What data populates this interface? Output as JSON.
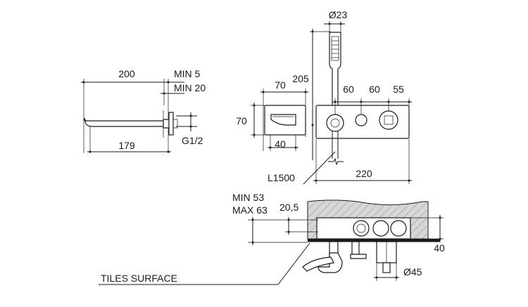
{
  "spout": {
    "length_200": "200",
    "min_5": "MIN 5",
    "min_20": "MIN 20",
    "length_179": "179",
    "thread": "G1/2"
  },
  "cover_plate": {
    "width_70": "70",
    "height_70": "70",
    "width_40": "40"
  },
  "panel": {
    "handshower_dia": "Ø23",
    "height_205": "205",
    "spacing_60_a": "60",
    "spacing_60_b": "60",
    "spacing_55": "55",
    "hose_length": "L1500",
    "width_220": "220"
  },
  "section": {
    "min_53": "MIN 53",
    "max_63": "MAX 63",
    "depth_20_5": "20,5",
    "depth_40": "40",
    "knob_dia": "Ø45",
    "tiles_label": "TILES SURFACE"
  }
}
